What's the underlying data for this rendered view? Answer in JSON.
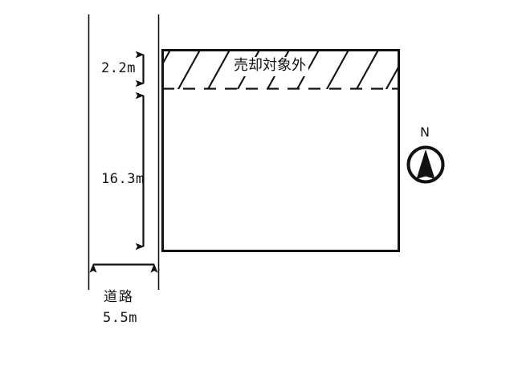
{
  "diagram": {
    "title": "land-plot-dimension-diagram",
    "background_color": "#ffffff",
    "line_color": "#111111"
  },
  "labels": {
    "depth_excluded": "2.2m",
    "depth_sellable": "16.3m",
    "road_name": "道路",
    "road_width": "5.5m",
    "excluded_area": "売却対象外",
    "north": "N"
  },
  "measurements": {
    "excluded_strip_depth_m": 2.2,
    "sellable_depth_m": 16.3,
    "road_width_m": 5.5
  },
  "icons": {
    "north_arrow": "compass-north-icon"
  }
}
